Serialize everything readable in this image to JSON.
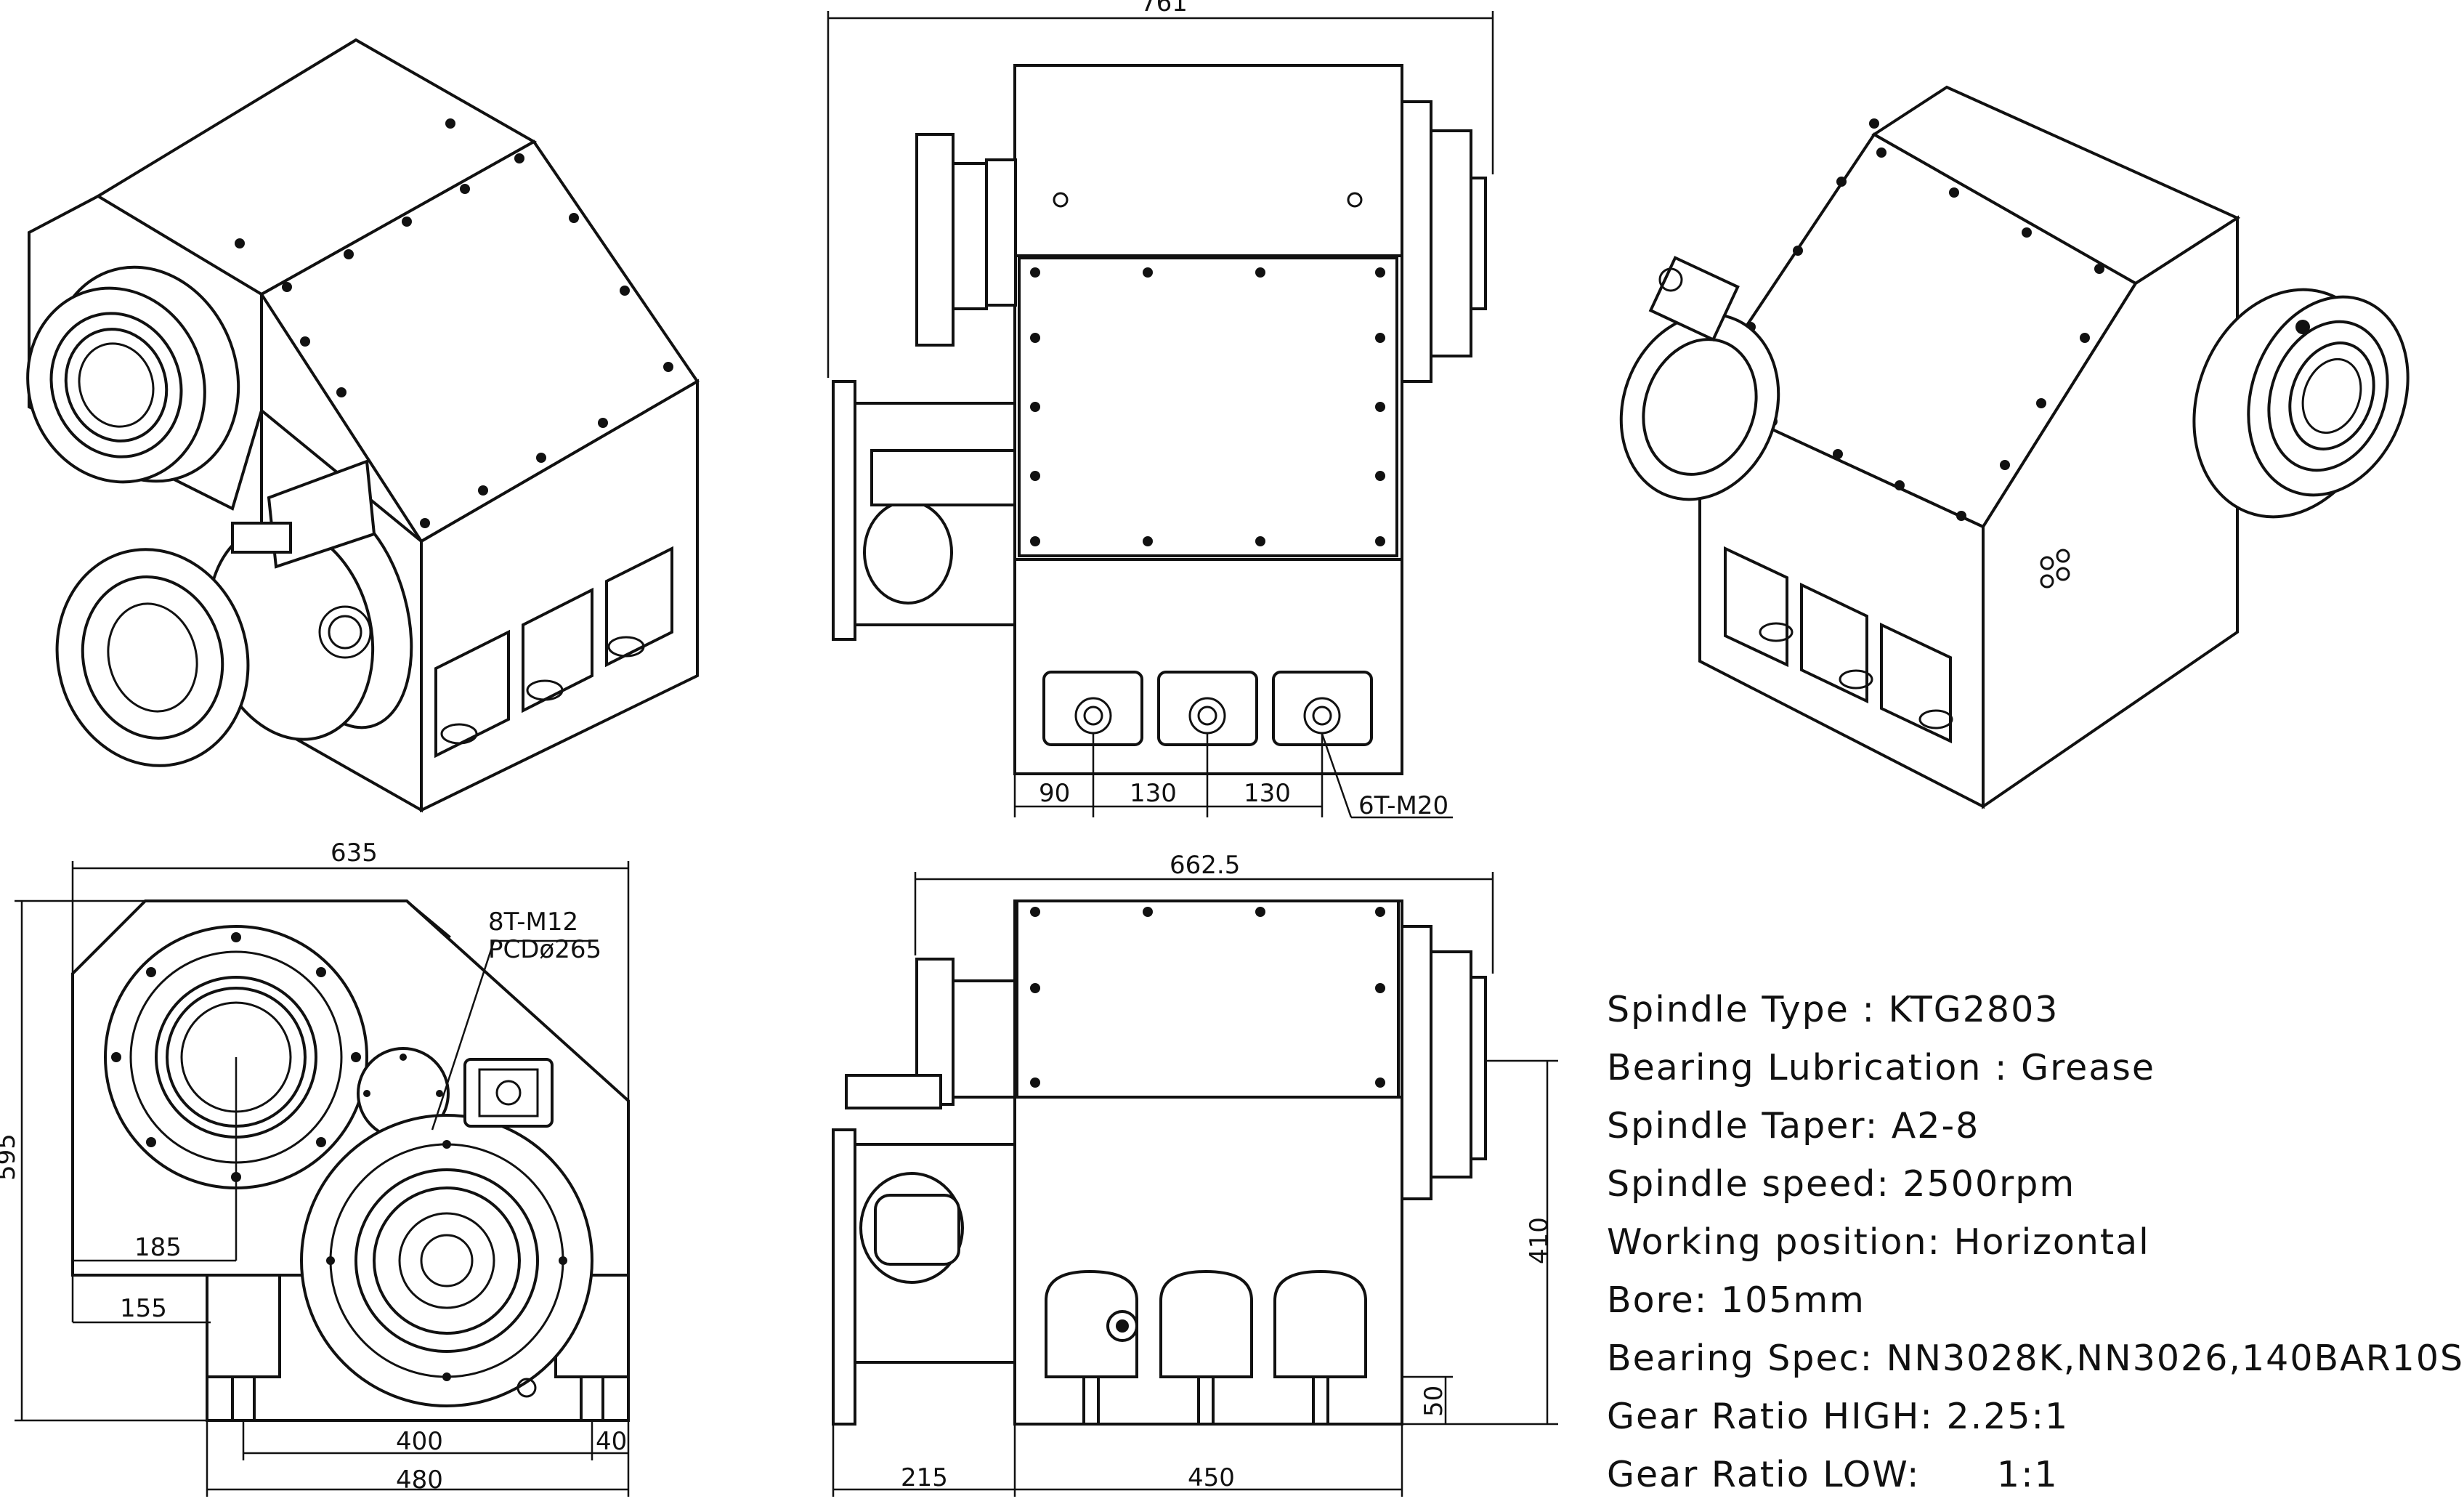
{
  "dimensions": {
    "top_total": "761",
    "pockets_a": "90",
    "pockets_b": "130",
    "pockets_c": "130",
    "pocket_thread": "6T-M20",
    "front_width": "635",
    "front_height": "595",
    "flange_thread": "8T-M12",
    "flange_pcd": "PCDø265",
    "offset_185": "185",
    "offset_155": "155",
    "base_400": "400",
    "base_40": "40",
    "base_480": "480",
    "side_total": "662.5",
    "side_height": "410",
    "side_foot": "50",
    "side_215": "215",
    "side_450": "450"
  },
  "specs": [
    "Spindle Type : KTG2803",
    "Bearing Lubrication : Grease",
    "Spindle Taper: A2-8",
    "Spindle speed: 2500rpm",
    "Working position: Horizontal",
    "Bore: 105mm",
    "Bearing Spec: NN3028K,NN3026,140BAR10S",
    "Gear Ratio HIGH: 2.25:1",
    "Gear Ratio LOW:      1:1"
  ]
}
